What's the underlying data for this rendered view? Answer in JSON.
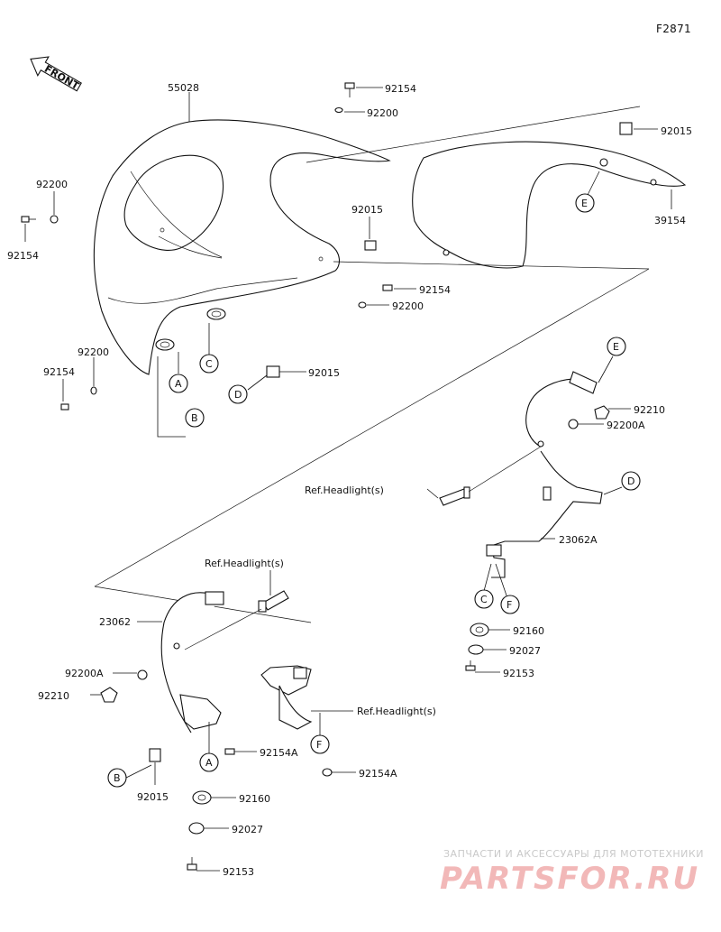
{
  "figure_code": "F2871",
  "front_label": "FRONT",
  "parts": {
    "p55028": "55028",
    "p92154_top": "92154",
    "p92200_top": "92200",
    "p92015_right": "92015",
    "p39154": "39154",
    "p92200_left": "92200",
    "p92154_left": "92154",
    "p92015_mid": "92015",
    "p92154_mid": "92154",
    "p92200_mid": "92200",
    "p92200_low": "92200",
    "p92154_low": "92154",
    "p92015_low": "92015",
    "p92210_right": "92210",
    "p92200A_right": "92200A",
    "ref_headlight_right": "Ref.Headlight(s)",
    "p23062A": "23062A",
    "p92160_right": "92160",
    "p92027_right": "92027",
    "p92153_right": "92153",
    "ref_headlight_left": "Ref.Headlight(s)",
    "p23062": "23062",
    "p92200A_left": "92200A",
    "p92210_left": "92210",
    "ref_headlight_mid": "Ref.Headlight(s)",
    "p92154A_left": "92154A",
    "p92154A_right": "92154A",
    "p92015_bottom": "92015",
    "p92160_left": "92160",
    "p92027_left": "92027",
    "p92153_left": "92153"
  },
  "callouts": {
    "A1": "A",
    "B1": "B",
    "C1": "C",
    "D1": "D",
    "E1": "E",
    "E2": "E",
    "D2": "D",
    "C2": "C",
    "F2": "F",
    "A3": "A",
    "B3": "B",
    "F3": "F"
  },
  "watermark": {
    "line1": "ЗАПЧАСТИ И АКСЕССУАРЫ ДЛЯ МОТОТЕХНИКИ",
    "line2": "PARTSFOR.RU"
  }
}
